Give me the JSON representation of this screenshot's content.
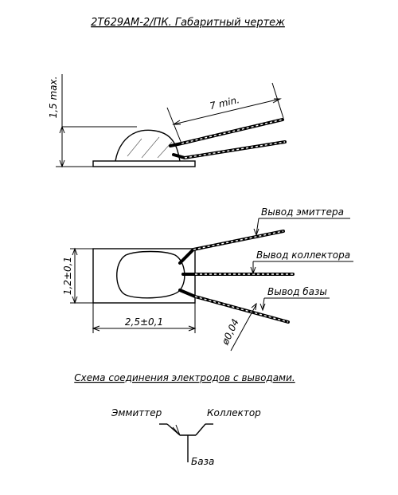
{
  "title": "2Т629АМ-2/ПК. Габаритный чертеж",
  "side_view": {
    "height_dim": "1,5 max.",
    "lead_length_dim": "7 min."
  },
  "top_view": {
    "width_dim": "1,2±0,1",
    "length_dim": "2,5±0,1",
    "lead_diameter_dim": "ø0,04",
    "leads": [
      "Вывод эмиттера",
      "Вывод коллектора",
      "Вывод базы"
    ]
  },
  "schematic": {
    "caption": "Схема соединения электродов с выводами.",
    "emitter": "Эммиттер",
    "collector": "Коллектор",
    "base": "База"
  }
}
